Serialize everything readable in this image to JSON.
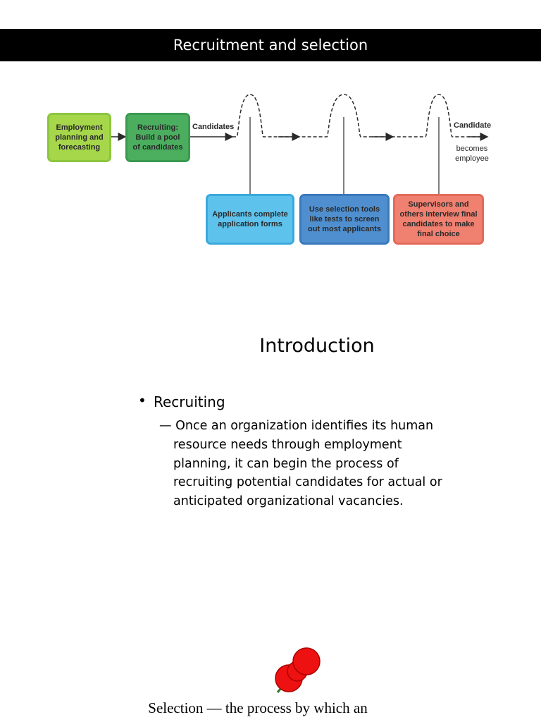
{
  "header": {
    "title": "Recruitment and selection"
  },
  "diagram": {
    "steps": [
      {
        "text": "Employment planning and forecasting",
        "fill": "#a6d64a",
        "border": "#8cc63f"
      },
      {
        "text": "Recruiting: Build a pool of candidates",
        "fill": "#4aae5e",
        "border": "#3a9a50"
      }
    ],
    "flow_label_start": "Candidates",
    "flow_label_end_1": "Candidate",
    "flow_label_end_2": "becomes employee",
    "stages": [
      {
        "text": "Applicants complete application forms",
        "fill": "#5ec3ec",
        "border": "#3aa9dc"
      },
      {
        "text": "Use selection tools like tests to screen out most applicants",
        "fill": "#4f8fd0",
        "border": "#3b78bb"
      },
      {
        "text": "Supervisors and others interview final candidates to make final choice",
        "fill": "#f08070",
        "border": "#e36a5a"
      }
    ]
  },
  "intro": {
    "heading": "Introduction",
    "bullet": "Recruiting",
    "sub_dash": "—",
    "sub_text": "Once an organization identifies its human resource needs through employment planning, it can begin the process of recruiting potential candidates for actual or anticipated organizational vacancies."
  },
  "pin_icon": "pushpin-icon",
  "footer": {
    "text": "Selection — the process by which an"
  }
}
